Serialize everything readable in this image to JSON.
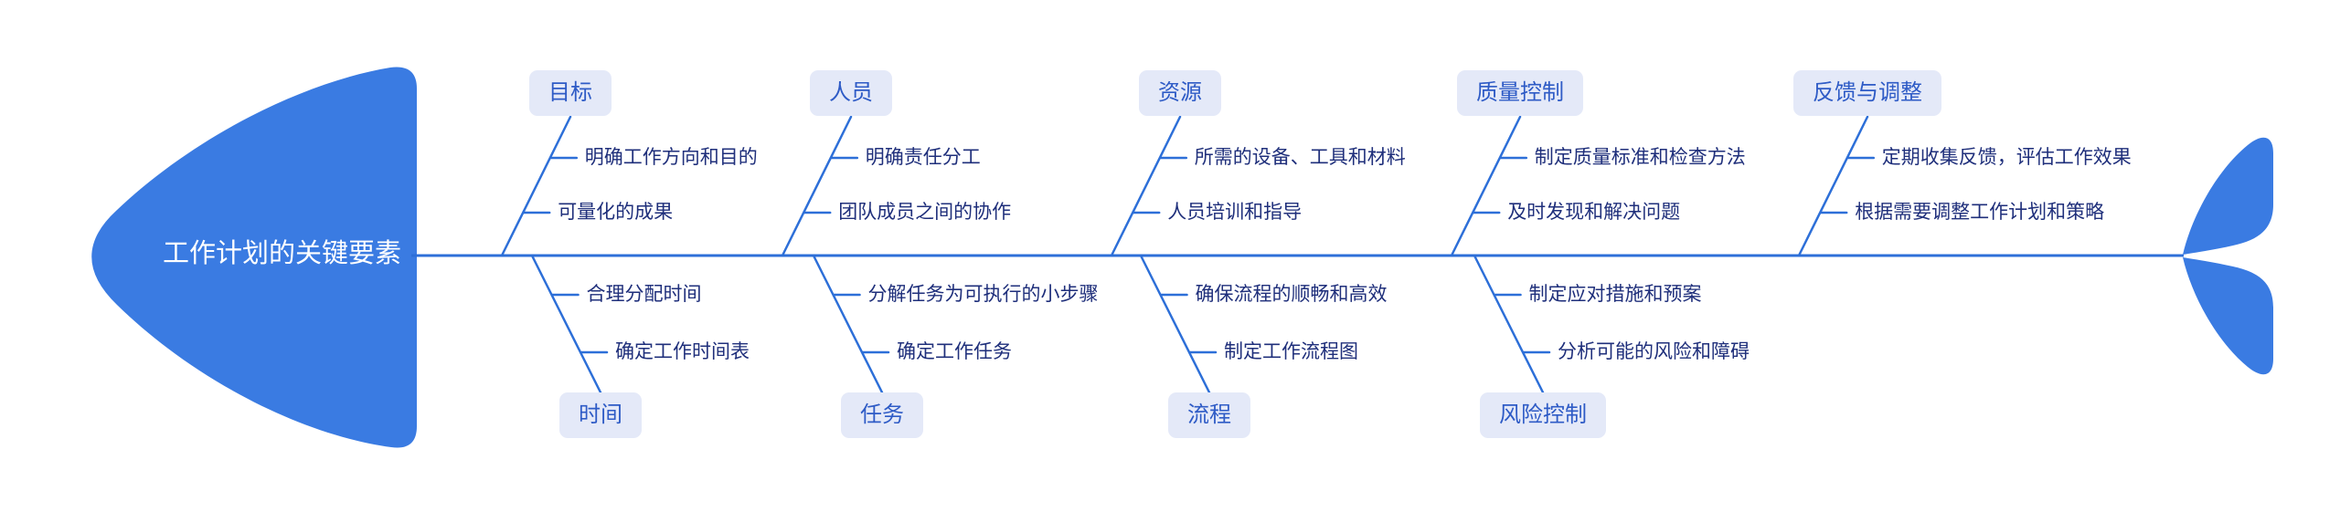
{
  "fishbone": {
    "title": "工作计划的关键要素",
    "colors": {
      "body_blue": "#3A7BE2",
      "line_blue": "#2D6FD8",
      "node_bg": "#E4E9F8",
      "node_text": "#2E5BC6",
      "branch_text": "#1F2F7B",
      "title_text": "#FFFFFF"
    },
    "top_categories": [
      {
        "label": "目标",
        "branches": [
          "明确工作方向和目的",
          "可量化的成果"
        ]
      },
      {
        "label": "人员",
        "branches": [
          "明确责任分工",
          "团队成员之间的协作"
        ]
      },
      {
        "label": "资源",
        "branches": [
          "所需的设备、工具和材料",
          "人员培训和指导"
        ]
      },
      {
        "label": "质量控制",
        "branches": [
          "制定质量标准和检查方法",
          "及时发现和解决问题"
        ]
      },
      {
        "label": "反馈与调整",
        "branches": [
          "定期收集反馈，评估工作效果",
          "根据需要调整工作计划和策略"
        ]
      }
    ],
    "bottom_categories": [
      {
        "label": "时间",
        "branches": [
          "合理分配时间",
          "确定工作时间表"
        ]
      },
      {
        "label": "任务",
        "branches": [
          "分解任务为可执行的小步骤",
          "确定工作任务"
        ]
      },
      {
        "label": "流程",
        "branches": [
          "确保流程的顺畅和高效",
          "制定工作流程图"
        ]
      },
      {
        "label": "风险控制",
        "branches": [
          "制定应对措施和预案",
          "分析可能的风险和障碍"
        ]
      }
    ]
  }
}
